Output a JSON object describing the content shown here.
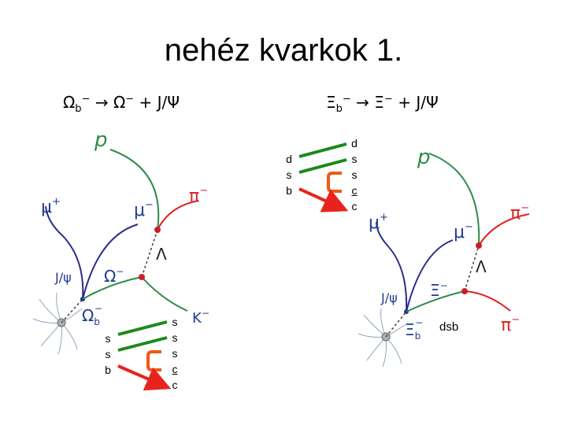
{
  "slide": {
    "title": "nehéz kvarkok 1."
  },
  "left": {
    "reaction": {
      "parent": "Ω",
      "parent_sub": "b",
      "parent_sup": "−",
      "arrow": "→",
      "product": "Ω",
      "product_sup": "−",
      "plus": "+ J/Ψ"
    },
    "quarks_initial": [
      "s",
      "s",
      "b"
    ],
    "quarks_final": [
      "s",
      "s",
      "s",
      "c",
      "c"
    ],
    "labels": {
      "p": "p",
      "mu_plus": "μ",
      "mu_plus_sup": "+",
      "mu_minus": "μ",
      "mu_minus_sup": "−",
      "pi_minus": "π",
      "pi_minus_sup": "−",
      "lambda": "Λ",
      "jpsi": "J/ψ",
      "omega_minus": "Ω",
      "omega_minus_sup": "−",
      "omega_b": "Ω",
      "omega_b_sub": "b",
      "omega_b_sup": "−",
      "kaon": "K",
      "kaon_sup": "−"
    }
  },
  "right": {
    "reaction": {
      "parent": "Ξ",
      "parent_sub": "b",
      "parent_sup": "−",
      "arrow": "→",
      "product": "Ξ",
      "product_sup": "−",
      "plus": "+ J/Ψ"
    },
    "quarks_initial": [
      "d",
      "s",
      "b"
    ],
    "quarks_final": [
      "d",
      "s",
      "s",
      "c",
      "c"
    ],
    "quark_note": "dsb",
    "labels": {
      "p": "p",
      "mu_plus": "μ",
      "mu_plus_sup": "+",
      "mu_minus": "μ",
      "mu_minus_sup": "−",
      "pi_minus_top": "π",
      "pi_minus_top_sup": "−",
      "lambda": "Λ",
      "jpsi": "J/ψ",
      "xi_minus": "Ξ",
      "xi_minus_sup": "−",
      "xi_b": "Ξ",
      "xi_b_sub": "b",
      "xi_b_sup": "−",
      "pi_minus_bottom": "π",
      "pi_minus_bottom_sup": "−"
    }
  },
  "colors": {
    "green_line": "#1a8a1a",
    "red_arrow": "#e8231e",
    "orange_c": "#ef5a12",
    "blue_track": "#2b2b8c",
    "green_track": "#2f8a4a",
    "red_track": "#e02020",
    "label_blue": "#1f3d8f",
    "label_red": "#d42a2a",
    "vertex_red": "#c8202a"
  }
}
